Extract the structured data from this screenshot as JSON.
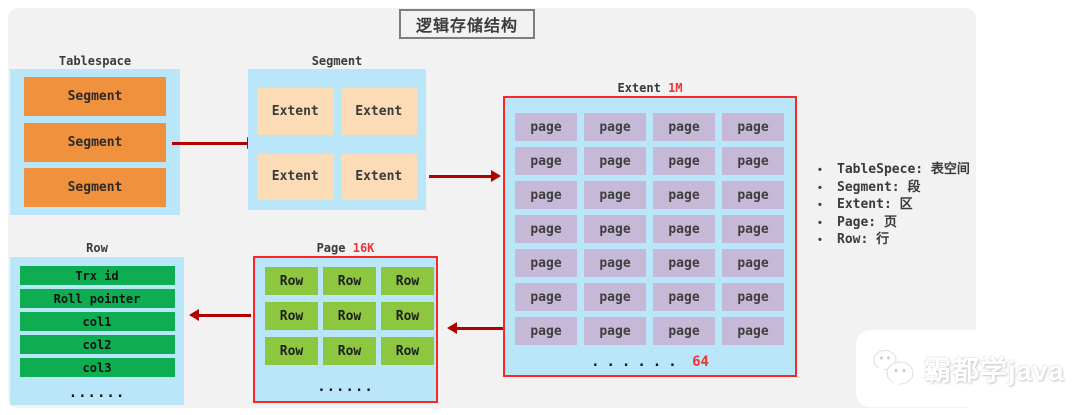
{
  "title": "逻辑存储结构",
  "colors": {
    "panel_bg": "#f2f2f2",
    "container_blue": "#b9e6f9",
    "segment_orange": "#f0913d",
    "extent_peach": "#fbdcb7",
    "page_lavender": "#c6b9d7",
    "row_green_dark": "#0ead52",
    "row_green_light": "#8dc63f",
    "red_border": "#fb2626",
    "accent_red": "#f03535",
    "arrow_red": "#b00000"
  },
  "tablespace": {
    "label": "Tablespace",
    "segments": [
      "Segment",
      "Segment",
      "Segment"
    ]
  },
  "segment": {
    "label": "Segment",
    "extents": [
      "Extent",
      "Extent",
      "Extent",
      "Extent"
    ]
  },
  "extent": {
    "label": "Extent",
    "size_label": "1M",
    "page_label": "page",
    "page_count": 28,
    "ellipsis": "......",
    "total_label": "64"
  },
  "page": {
    "label": "Page",
    "size_label": "16K",
    "row_label": "Row",
    "cell_count": 9,
    "ellipsis": "......"
  },
  "row": {
    "label": "Row",
    "fields": [
      "Trx id",
      "Roll pointer",
      "col1",
      "col2",
      "col3"
    ],
    "ellipsis": "......"
  },
  "legend": {
    "bullet": "•",
    "items": [
      "TableSpece: 表空间",
      "Segment: 段",
      "Extent: 区",
      "Page: 页",
      "Row: 行"
    ]
  },
  "watermark": {
    "text": "霸都学java"
  }
}
